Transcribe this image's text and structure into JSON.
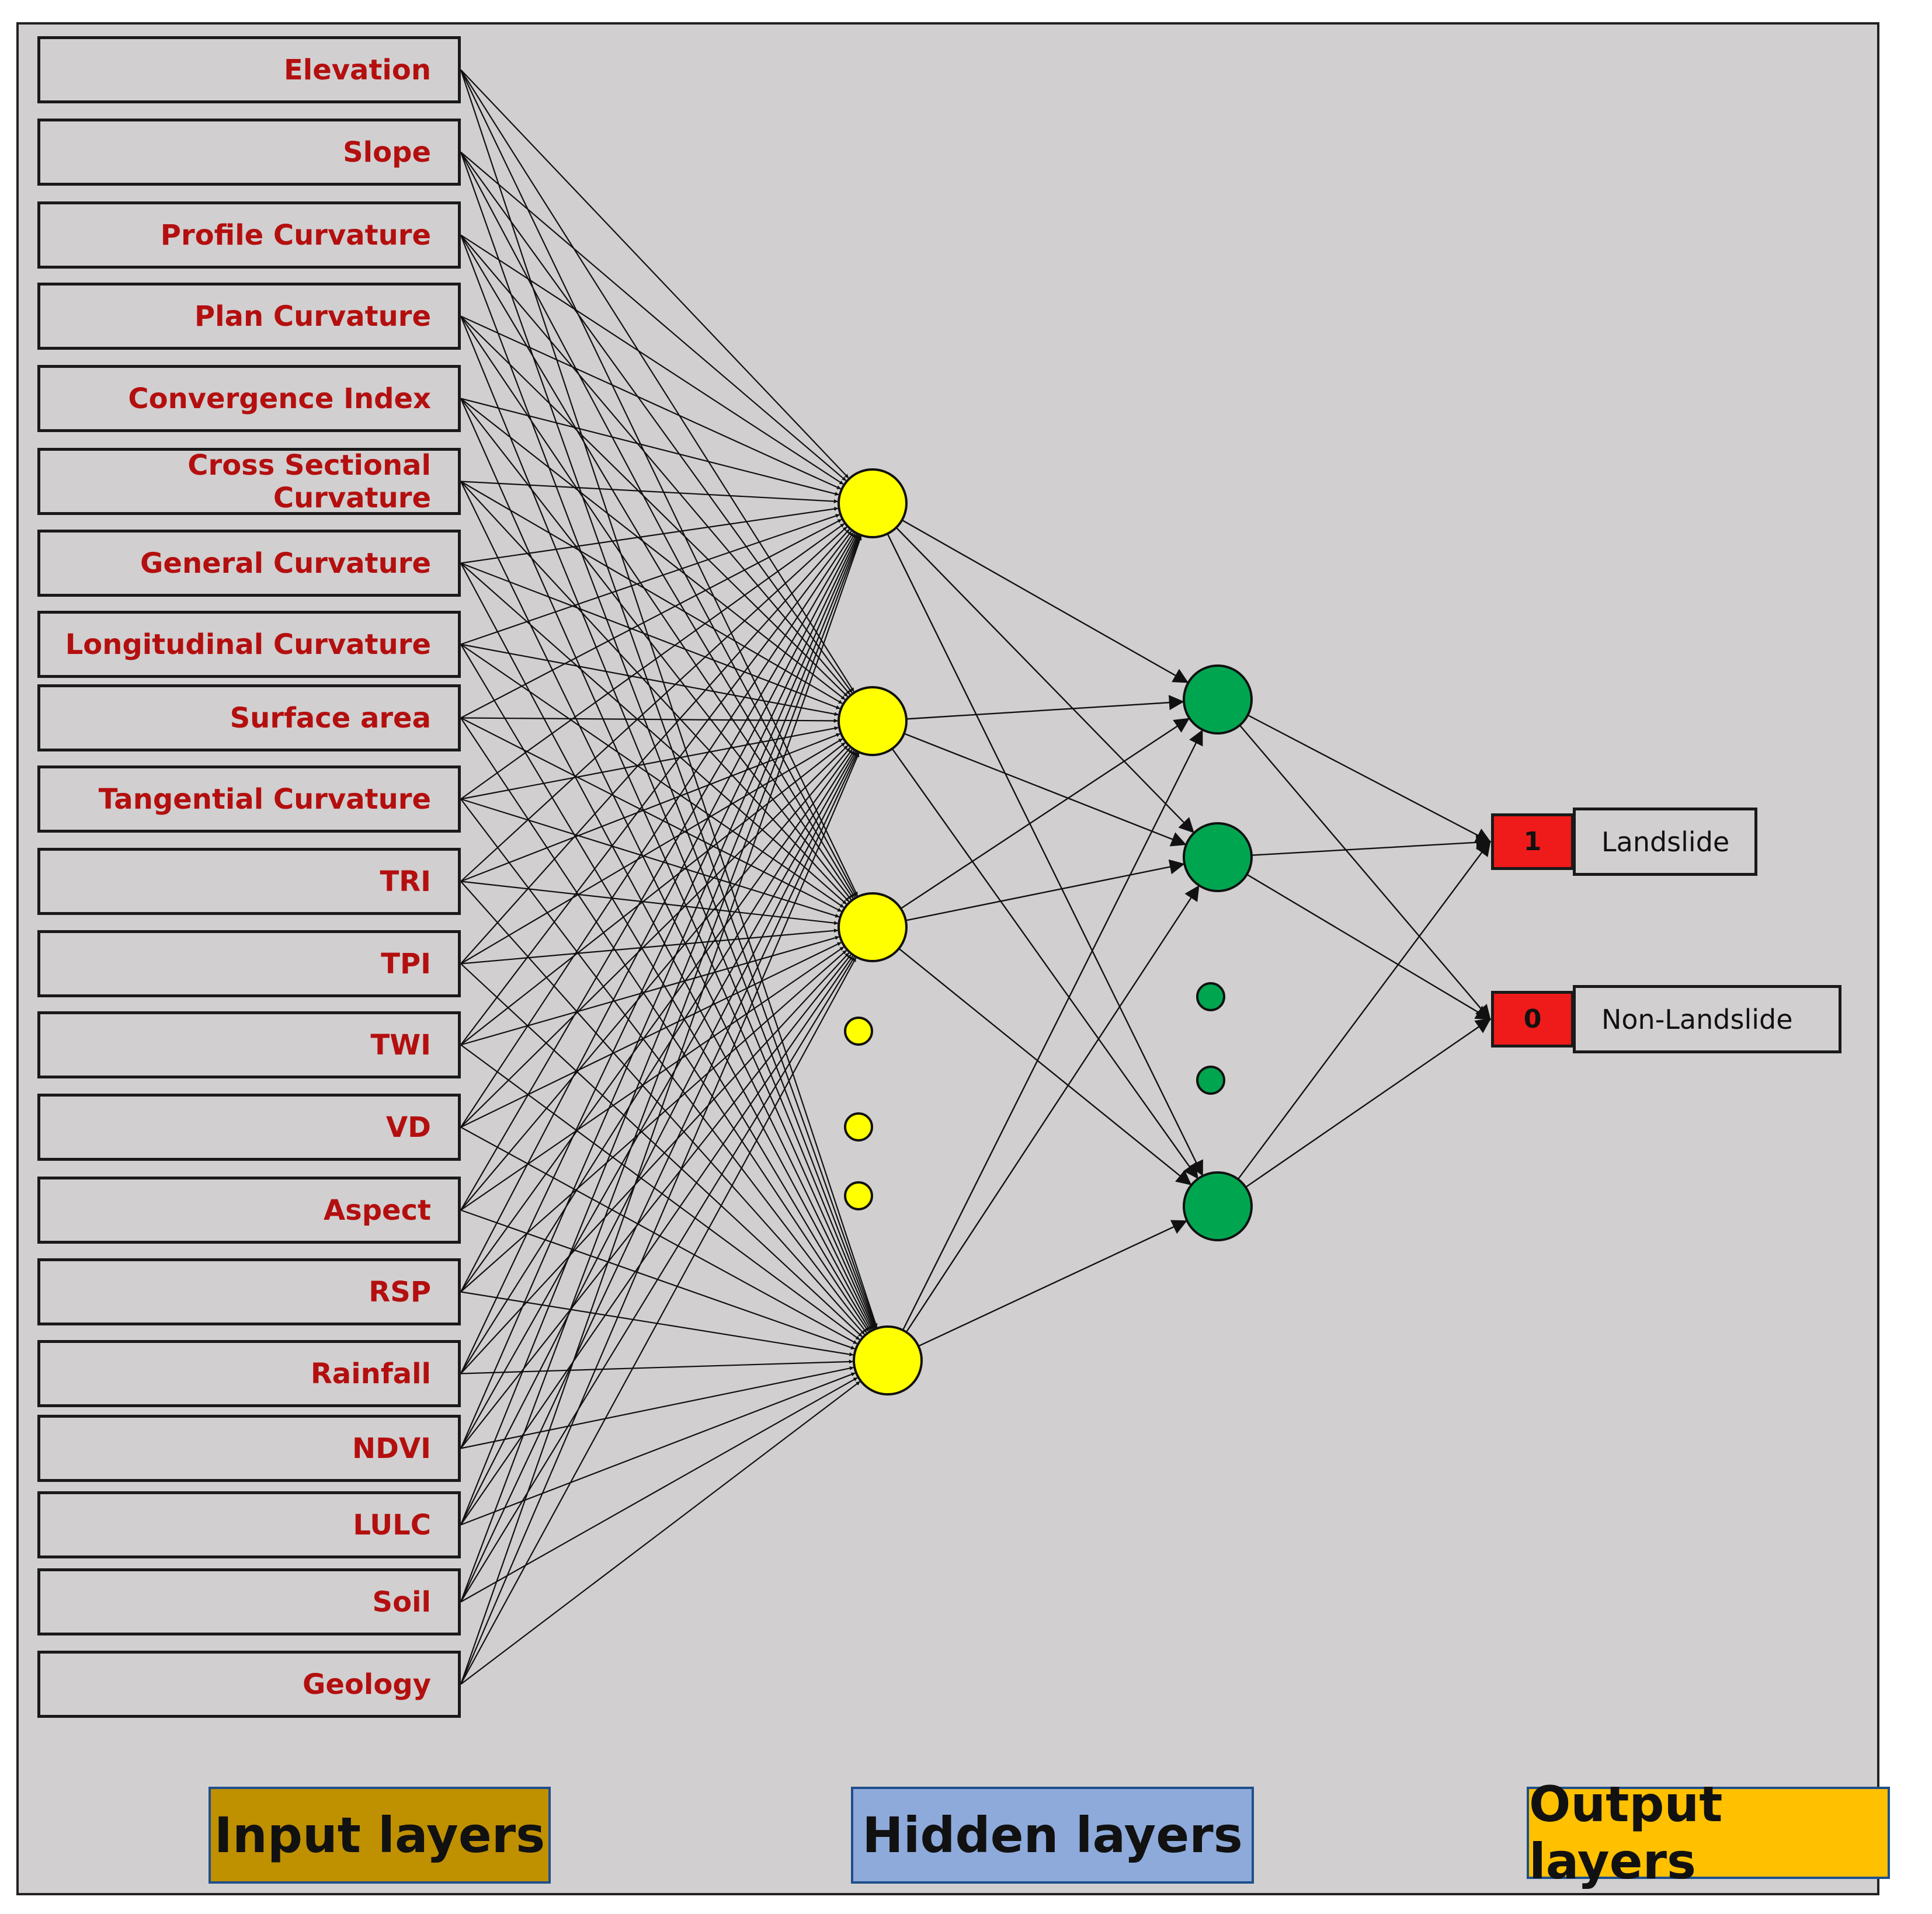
{
  "inputs": [
    "Elevation",
    "Slope",
    "Profile Curvature",
    "Plan Curvature",
    "Convergence Index",
    "Cross Sectional Curvature",
    "General Curvature",
    "Longitudinal Curvature",
    "Surface area",
    "Tangential Curvature",
    "TRI",
    "TPI",
    "TWI",
    "VD",
    "Aspect",
    "RSP",
    "Rainfall",
    "NDVI",
    "LULC",
    "Soil",
    "Geology"
  ],
  "outputs": [
    {
      "code": "1",
      "label": "Landslide"
    },
    {
      "code": "0",
      "label": "Non-Landslide"
    }
  ],
  "legend": {
    "input": "Input layers",
    "hidden": "Hidden layers",
    "output": "Output layers"
  },
  "colors": {
    "background": "#d1cfd0",
    "input_text": "#b40f0f",
    "hidden1_node": "#ffff00",
    "hidden2_node": "#00a550",
    "output_code": "#ef1a1a",
    "legend_input": "#bf9000",
    "legend_hidden": "#8eaadb",
    "legend_output": "#ffc000"
  }
}
